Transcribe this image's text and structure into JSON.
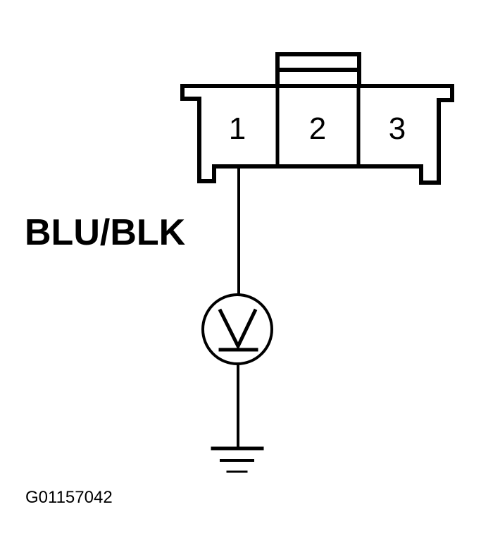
{
  "diagram": {
    "connector": {
      "pins": [
        {
          "number": "1",
          "connected": true
        },
        {
          "number": "2",
          "connected": false
        },
        {
          "number": "3",
          "connected": false
        }
      ]
    },
    "wire": {
      "color_label": "BLU/BLK",
      "from_pin": "1"
    },
    "meter": {
      "type": "voltmeter",
      "symbol": "V"
    },
    "ground": {
      "symbol": "ground"
    },
    "figure_id": "G01157042",
    "colors": {
      "line": "#000000",
      "background": "#ffffff"
    }
  }
}
